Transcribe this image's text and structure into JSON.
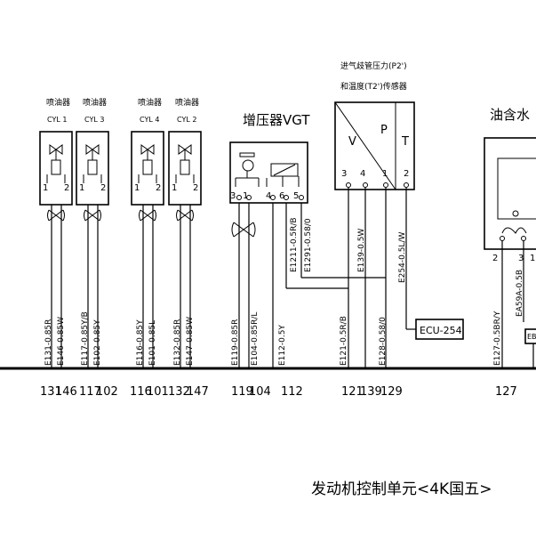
{
  "injectors": [
    {
      "name": "喷油器",
      "cyl": "CYL 1",
      "wires": [
        "E131-0.85R",
        "E146-0.85W"
      ],
      "pins": [
        "131",
        "146"
      ]
    },
    {
      "name": "喷油器",
      "cyl": "CYL 3",
      "wires": [
        "E117-0.85Y/B",
        "E102-0.85Y"
      ],
      "pins": [
        "117",
        "102"
      ]
    },
    {
      "name": "喷油器",
      "cyl": "CYL 4",
      "wires": [
        "E116-0.85Y",
        "E101-0.85L"
      ],
      "pins": [
        "116",
        "101"
      ]
    },
    {
      "name": "喷油器",
      "cyl": "CYL 2",
      "wires": [
        "E132-0.85R",
        "E147-0.85W"
      ],
      "pins": [
        "132",
        "147"
      ]
    }
  ],
  "injector_pin_labels": [
    "1",
    "2"
  ],
  "turbo": {
    "title": "增压器VGT",
    "pin_labels": [
      "3",
      "1",
      "4",
      "6",
      "5"
    ],
    "wires": [
      "E119-0.85R",
      "E104-0.85R/L",
      "E112-0.5Y",
      "E1211-0.5R/B",
      "E1291-0.58/0"
    ],
    "pins": [
      "119",
      "104",
      "112"
    ]
  },
  "sensor": {
    "title_line1": "进气歧管压力(P2')",
    "title_line2": "和温度(T2')传感器",
    "letters": [
      "V",
      "P",
      "T"
    ],
    "pin_labels": [
      "3",
      "4",
      "1",
      "2"
    ],
    "wires": [
      "E121-0.5R/B",
      "E139-0.5W",
      "E128-0.58/0",
      "E254-0.5L/W"
    ],
    "pins": [
      "121",
      "139",
      "129"
    ],
    "ecu_label": "ECU-254"
  },
  "oil_water": {
    "title": "油含水",
    "pin_labels": [
      "2",
      "3",
      "1"
    ],
    "wires": [
      "E127-0.5BR/Y",
      "EA59A-0.5B"
    ],
    "pins": [
      "127"
    ],
    "cut_label": "EB"
  },
  "footer": "发动机控制单元<4K国五>"
}
